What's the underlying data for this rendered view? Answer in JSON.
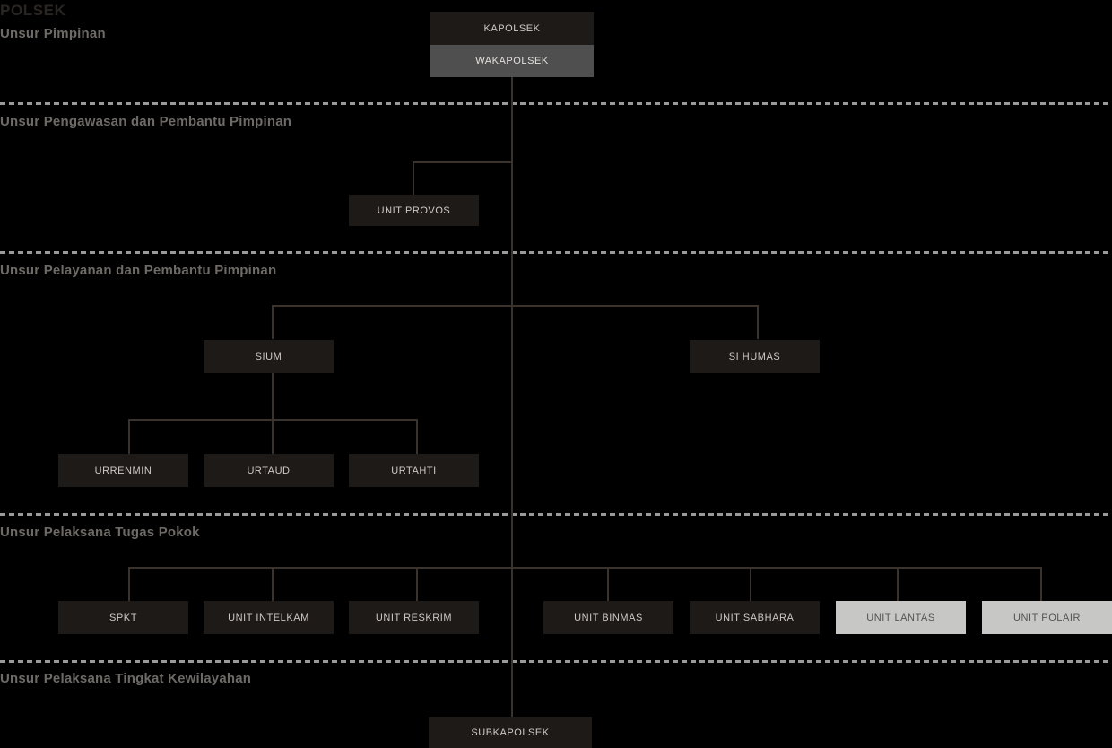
{
  "title": "POLSEK",
  "sections": [
    {
      "id": "pimpinan",
      "label": "Unsur Pimpinan"
    },
    {
      "id": "pengawasan",
      "label": "Unsur Pengawasan dan Pembantu Pimpinan"
    },
    {
      "id": "pelayanan",
      "label": "Unsur Pelayanan dan Pembantu Pimpinan"
    },
    {
      "id": "pelaksana",
      "label": "Unsur Pelaksana Tugas Pokok"
    },
    {
      "id": "kewilayahan",
      "label": "Unsur Pelaksana Tingkat Kewilayahan"
    }
  ],
  "nodes": {
    "kapolsek": {
      "label": "KAPOLSEK",
      "style": "dark"
    },
    "wakapolsek": {
      "label": "WAKAPOLSEK",
      "style": "mid"
    },
    "unit_provos": {
      "label": "UNIT PROVOS",
      "style": "dark"
    },
    "sium": {
      "label": "SIUM",
      "style": "dark"
    },
    "si_humas": {
      "label": "SI HUMAS",
      "style": "dark"
    },
    "urrenmin": {
      "label": "URRENMIN",
      "style": "dark"
    },
    "urtaud": {
      "label": "URTAUD",
      "style": "dark"
    },
    "urtahti": {
      "label": "URTAHTI",
      "style": "dark"
    },
    "spkt": {
      "label": "SPKT",
      "style": "dark"
    },
    "unit_intelkam": {
      "label": "UNIT INTELKAM",
      "style": "dark"
    },
    "unit_reskrim": {
      "label": "UNIT RESKRIM",
      "style": "dark"
    },
    "unit_binmas": {
      "label": "UNIT BINMAS",
      "style": "dark"
    },
    "unit_sabhara": {
      "label": "UNIT SABHARA",
      "style": "dark"
    },
    "unit_lantas": {
      "label": "UNIT LANTAS",
      "style": "light"
    },
    "unit_polair": {
      "label": "UNIT POLAIR",
      "style": "light"
    },
    "subkapolsek": {
      "label": "SUBKAPOLSEK",
      "style": "dark"
    }
  },
  "colors": {
    "background": "#000000",
    "box_dark": "#1e1a18",
    "box_mid": "#4f4f4f",
    "box_light": "#c7c7c5",
    "text_light": "#cfcac6",
    "text_dark": "#535353",
    "line": "#3a332d",
    "divider": "#9a9a9a",
    "section_label": "#6e6a66",
    "root_title": "#2b2521"
  }
}
